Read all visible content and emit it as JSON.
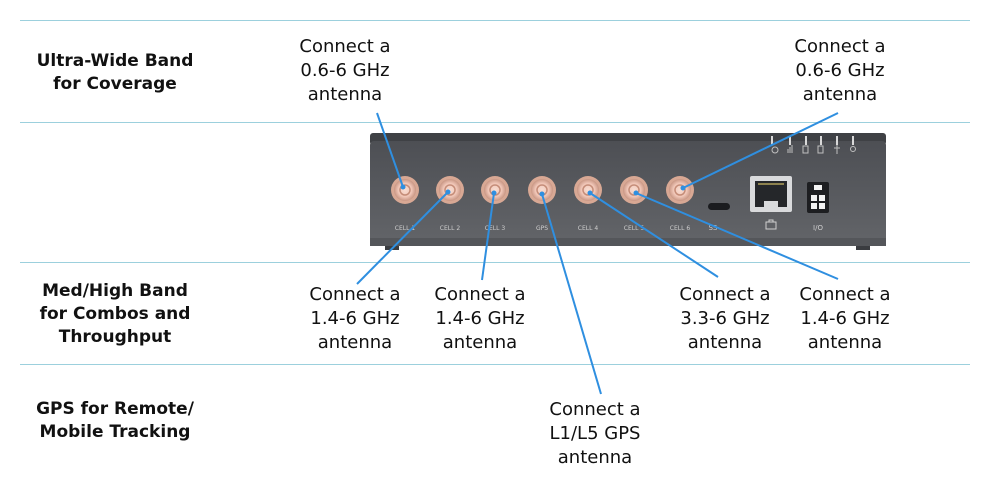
{
  "row_labels": {
    "ultra_wide": [
      "Ultra-Wide Band",
      "for Coverage"
    ],
    "med_high": [
      "Med/High Band",
      "for Combos and",
      "Throughput"
    ],
    "gps": [
      "GPS for Remote/",
      "Mobile Tracking"
    ]
  },
  "callouts": {
    "top_left": [
      "Connect a",
      "0.6-6 GHz",
      "antenna"
    ],
    "top_right": [
      "Connect a",
      "0.6-6 GHz",
      "antenna"
    ],
    "cell2": [
      "Connect a",
      "1.4-6 GHz",
      "antenna"
    ],
    "cell3": [
      "Connect a",
      "1.4-6 GHz",
      "antenna"
    ],
    "cell4": [
      "Connect a",
      "3.3-6 GHz",
      "antenna"
    ],
    "cell5": [
      "Connect a",
      "1.4-6 GHz",
      "antenna"
    ],
    "gps": [
      "Connect a",
      "L1/L5 GPS",
      "antenna"
    ]
  },
  "ports": {
    "labels": [
      "CELL 1",
      "CELL 2",
      "CELL 3",
      "GPS",
      "CELL 4",
      "CELL 5",
      "CELL 6"
    ],
    "usb_label": "SS·",
    "io_label": "I/O"
  },
  "colors": {
    "divider": "#9cd0dd",
    "leader_line": "#2f8fe0",
    "device_body": "#5c5e63",
    "connector": "#f1c7b8"
  }
}
